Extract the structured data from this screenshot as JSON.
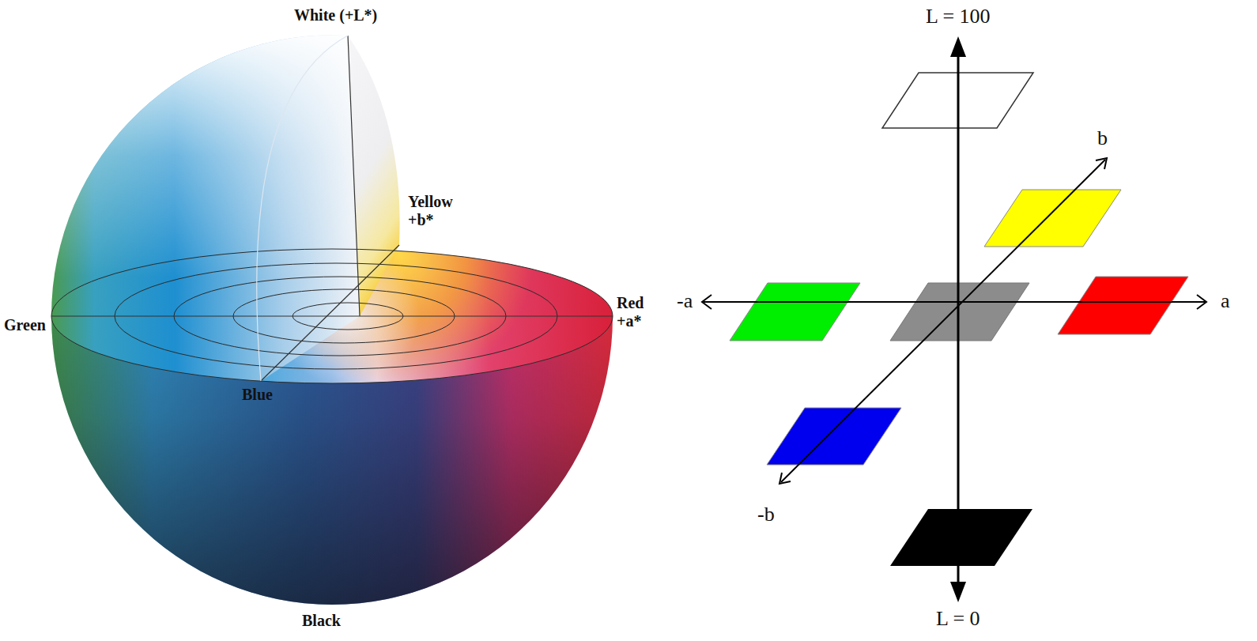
{
  "diagram": {
    "labels": [
      "White (+L*)",
      "Yellow +b*",
      "Red +a*",
      "Green",
      "Blue",
      "Black",
      "L = 100",
      "b",
      "-a",
      "a",
      "-b",
      "L = 0"
    ]
  }
}
